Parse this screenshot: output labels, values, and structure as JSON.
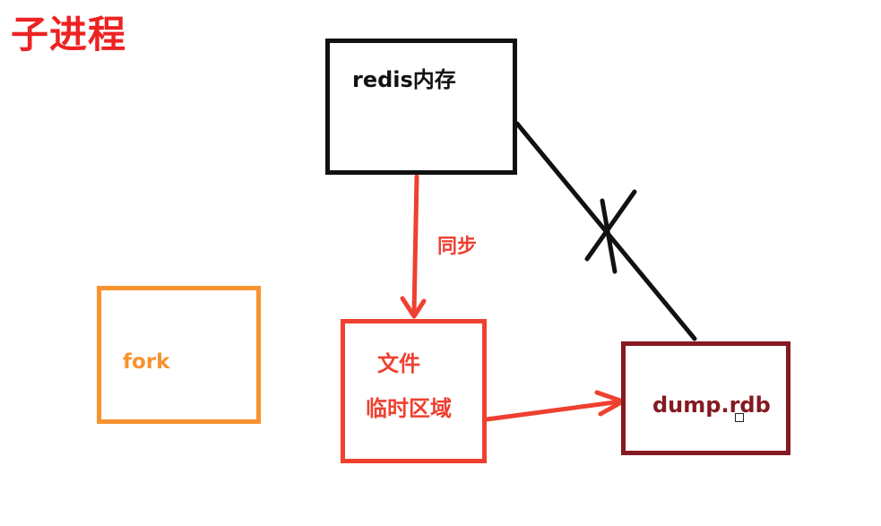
{
  "title": "子进程",
  "nodes": {
    "redis_memory": "redis内存",
    "fork": "fork",
    "temp_file_line1": "文件",
    "temp_file_line2": "临时区域",
    "dump_rdb": "dump.rdb"
  },
  "edges": {
    "sync_label": "同步"
  },
  "colors": {
    "title": "#ee2222",
    "redis_box": "#111111",
    "fork_box": "#f7922f",
    "temp_box": "#ef4030",
    "dump_box": "#851a21",
    "blocked_line": "#111111",
    "arrows": "#ef4030"
  },
  "icons": [
    "cross-mark-icon",
    "arrowhead-icon"
  ]
}
